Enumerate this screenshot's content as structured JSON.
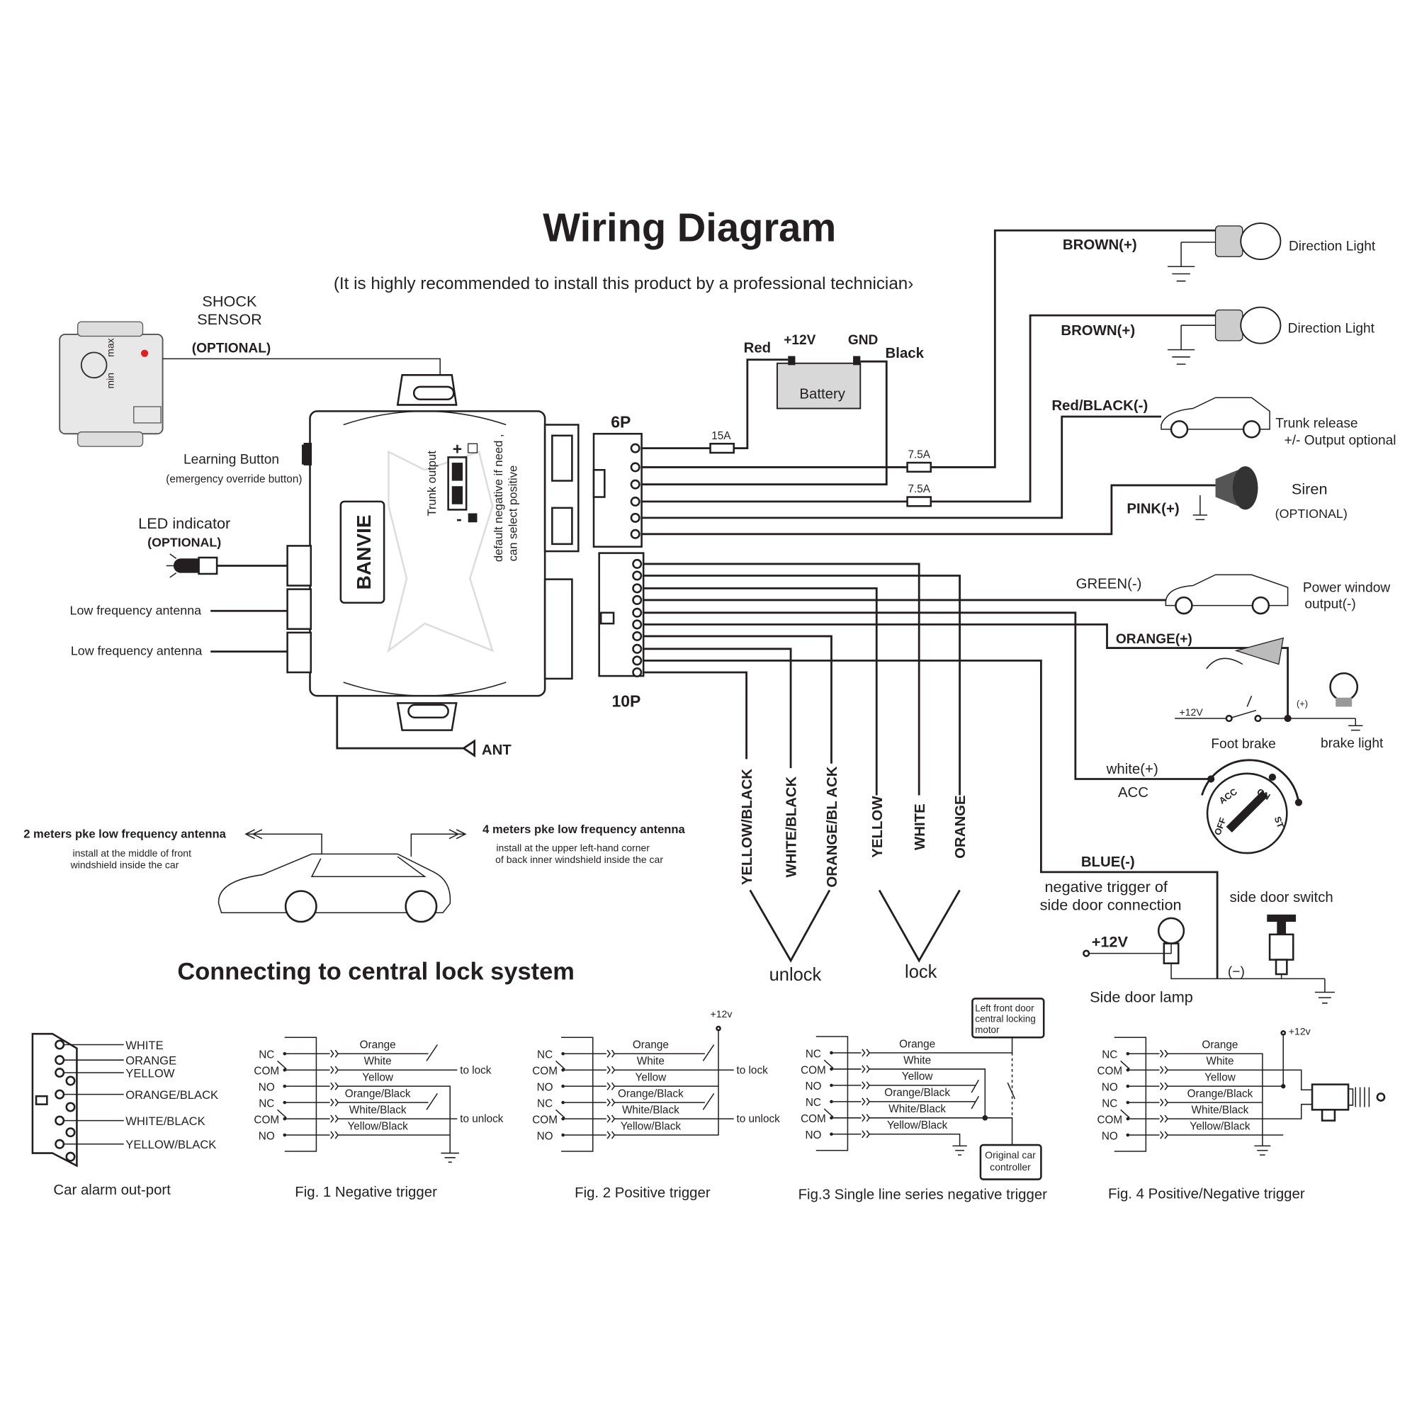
{
  "title": "Wiring Diagram",
  "subtitle": "(It is highly recommended to install this product by a professional technician›",
  "shock_sensor": {
    "line1": "SHOCK",
    "line2": "SENSOR",
    "optional": "(OPTIONAL)",
    "dial_min": "min",
    "dial_max": "max"
  },
  "unit": {
    "brand": "BANVIE",
    "trunk_output": "Trunk output",
    "plus": "+",
    "minus": "-",
    "note_line1": "default negative if need ,",
    "note_line2": "can select positive"
  },
  "learning_button": {
    "label": "Learning Button",
    "sublabel": "(emergency override button)"
  },
  "led": {
    "label": "LED indicator",
    "optional": "(OPTIONAL)"
  },
  "antenna_ports": [
    "Low frequency antenna",
    "Low frequency antenna"
  ],
  "ant_label": "ANT",
  "connectors": {
    "six": "6P",
    "ten": "10P"
  },
  "battery": {
    "label": "Battery",
    "pos": "+12V",
    "gnd": "GND",
    "red": "Red",
    "black": "Black",
    "fuse_main": "15A",
    "fuse_a": "7.5A",
    "fuse_b": "7.5A"
  },
  "outputs": {
    "brown1": "BROWN(+)",
    "direction1": "Direction Light",
    "brown2": "BROWN(+)",
    "direction2": "Direction Light",
    "redblack": "Red/BLACK(-)",
    "trunk_line1": "Trunk release",
    "trunk_line2": "+/- Output optional",
    "pink": "PINK(+)",
    "siren": "Siren",
    "siren_optional": "(OPTIONAL)",
    "green": "GREEN(-)",
    "window_line1": "Power window",
    "window_line2": "output(-)",
    "orange_plus": "ORANGE(+)",
    "brake_12v": "+12V",
    "brake_plus": "(+)",
    "foot_brake": "Foot brake",
    "brake_light": "brake light",
    "white_plus": "white(+)",
    "acc": "ACC",
    "ign_off": "OFF",
    "ign_acc": "ACC",
    "ign_on": "ON",
    "ign_st": "ST",
    "blue": "BLUE(-)",
    "neg_line1": "negative trigger of",
    "neg_line2": "side door connection",
    "door_switch": "side door switch",
    "door_12v": "+12V",
    "door_minus": "(−)",
    "door_lamp": "Side door lamp"
  },
  "lock_wires": [
    "YELLOW/BLACK",
    "WHITE/BLACK",
    "ORANGE/BL ACK",
    "YELLOW",
    "WHITE",
    "ORANGE"
  ],
  "unlock": "unlock",
  "lock": "lock",
  "antenna_install": {
    "front_title": "2 meters pke low frequency antenna",
    "front_line1": "install at the  middle of front",
    "front_line2": "windshield inside the car",
    "rear_title": "4 meters pke low frequency antenna",
    "rear_line1": "install at the  upper left-hand corner",
    "rear_line2": "of back inner windshield inside the car"
  },
  "central_lock_title": "Connecting to central lock system",
  "out_port": {
    "wires": [
      "WHITE",
      "ORANGE",
      "YELLOW",
      "ORANGE/BLACK",
      "WHITE/BLACK",
      "YELLOW/BLACK"
    ],
    "caption": "Car alarm out-port"
  },
  "figures": [
    {
      "caption": "Fig. 1  Negative trigger",
      "terminals": [
        "NC",
        "COM",
        "NO",
        "NC",
        "COM",
        "NO"
      ],
      "wires": [
        "Orange",
        "White",
        "Yellow",
        "Orange/Black",
        "White/Black",
        "Yellow/Black"
      ],
      "to_lock": "to lock",
      "to_unlock": "to unlock"
    },
    {
      "caption": "Fig. 2  Positive trigger",
      "terminals": [
        "NC",
        "COM",
        "NO",
        "NC",
        "COM",
        "NO"
      ],
      "wires": [
        "Orange",
        "White",
        "Yellow",
        "Orange/Black",
        "White/Black",
        "Yellow/Black"
      ],
      "to_lock": "to lock",
      "to_unlock": "to unlock",
      "supply": "+12v"
    },
    {
      "caption": "Fig.3  Single line series negative trigger",
      "terminals": [
        "NC",
        "COM",
        "NO",
        "NC",
        "COM",
        "NO"
      ],
      "wires": [
        "Orange",
        "White",
        "Yellow",
        "Orange/Black",
        "White/Black",
        "Yellow/Black"
      ],
      "motor": [
        "Left front door",
        "central locking",
        "motor"
      ],
      "controller": [
        "Original car",
        "controller"
      ]
    },
    {
      "caption": "Fig. 4  Positive/Negative trigger",
      "terminals": [
        "NC",
        "COM",
        "NO",
        "NC",
        "COM",
        "NO"
      ],
      "wires": [
        "Orange",
        "White",
        "Yellow",
        "Orange/Black",
        "White/Black",
        "Yellow/Black"
      ],
      "supply": "+12v"
    }
  ]
}
